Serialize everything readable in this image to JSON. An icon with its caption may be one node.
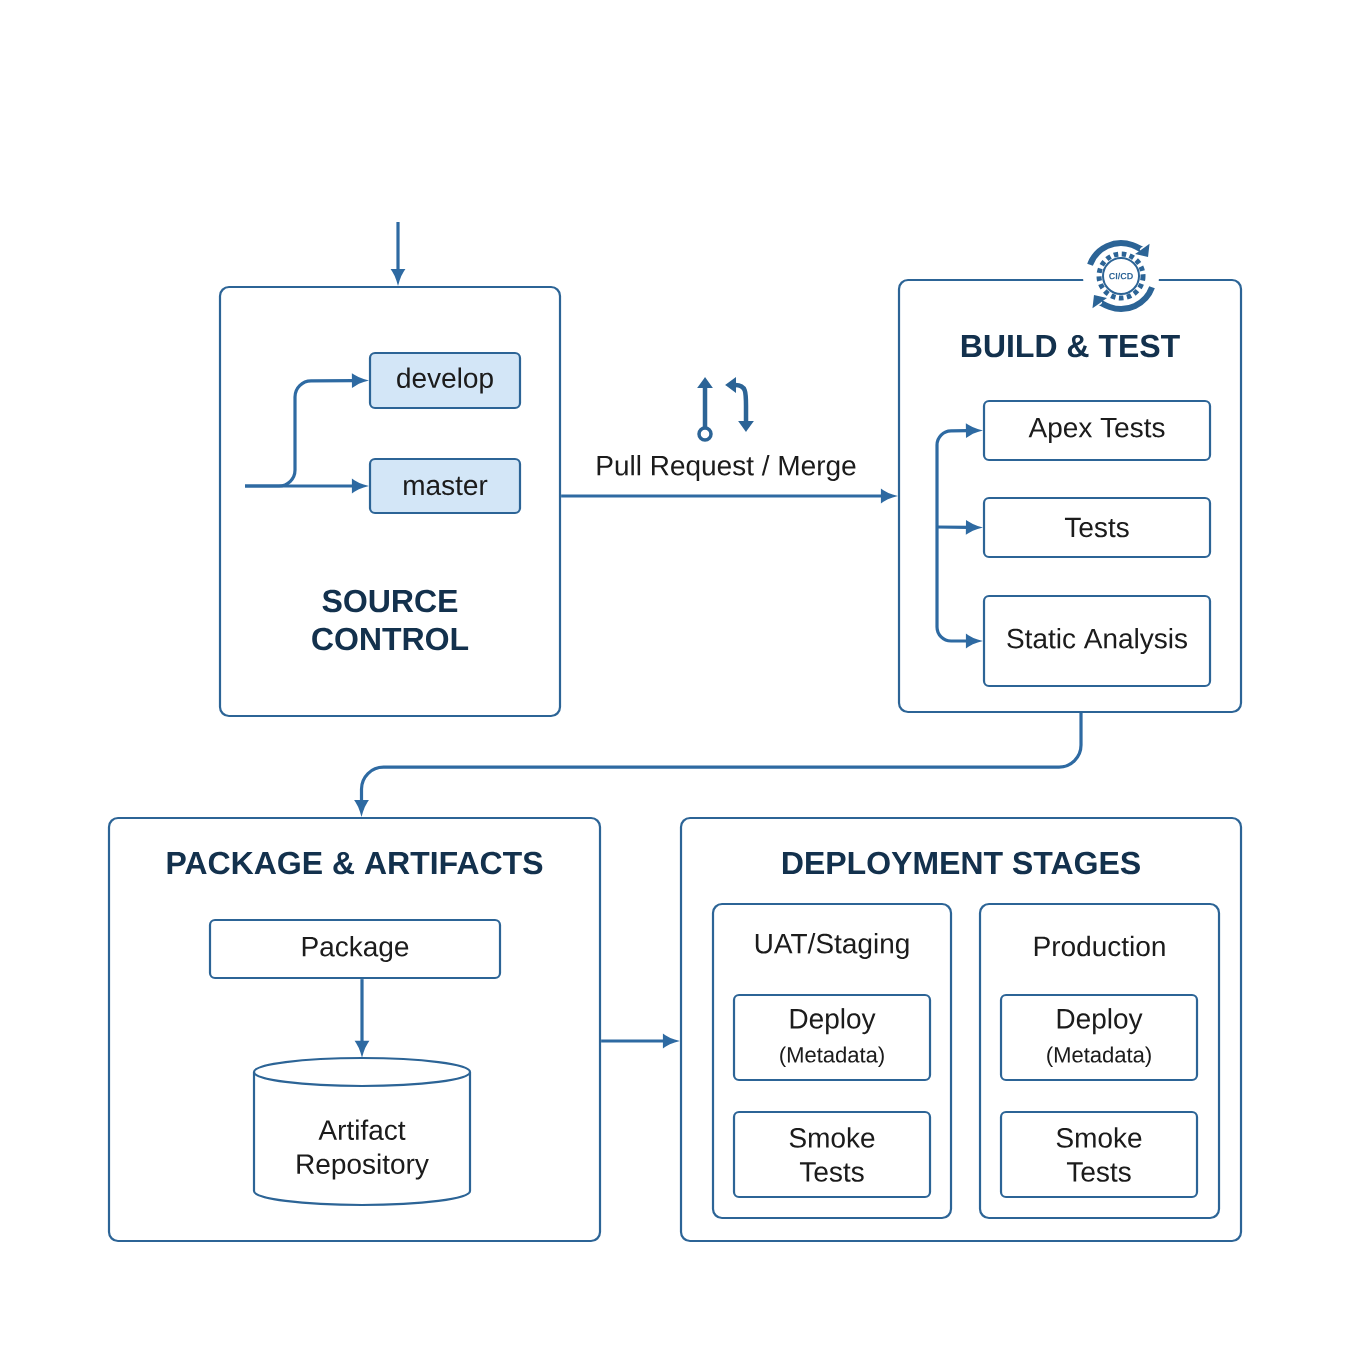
{
  "diagram": {
    "nodes": [
      {
        "text": [
          "SOURCE CONTROL"
        ]
      },
      {
        "text": [
          "develop"
        ],
        "in": 0
      },
      {
        "text": [
          "master"
        ],
        "in": 0
      },
      {
        "text": [
          "BUILD & TEST"
        ]
      },
      {
        "text": [
          "Apex Tests"
        ],
        "in": 3
      },
      {
        "text": [
          "Tests"
        ],
        "in": 3
      },
      {
        "text": [
          "Static Analysis"
        ],
        "in": 3
      },
      {
        "text": [
          "PACKAGE & ARTIFACTS"
        ]
      },
      {
        "text": [
          "Package"
        ],
        "in": 7
      },
      {
        "text": [
          "Artifact Repository"
        ],
        "in": 7
      },
      {
        "text": [
          "DEPLOYMENT STAGES"
        ]
      },
      {
        "text": [
          "UAT/Staging"
        ],
        "in": 10
      },
      {
        "text": [
          "Deploy",
          "(Metadata)"
        ],
        "in": 11
      },
      {
        "text": [
          "Smoke Tests"
        ],
        "in": 11
      },
      {
        "text": [
          "Production"
        ],
        "in": 10
      },
      {
        "text": [
          "Deploy",
          "(Metadata)"
        ],
        "in": 14
      },
      {
        "text": [
          "Smoke Tests"
        ],
        "in": 14
      }
    ],
    "edges": [
      {
        "from": null,
        "to": 0,
        "arrow": "to"
      },
      {
        "from": null,
        "to": 1,
        "arrow": "to"
      },
      {
        "from": null,
        "to": 2,
        "arrow": "to"
      },
      {
        "from": 0,
        "to": 3,
        "arrow": "to",
        "label": "Pull Request / Merge"
      },
      {
        "from": null,
        "to": 4,
        "arrow": "to"
      },
      {
        "from": null,
        "to": 5,
        "arrow": "to"
      },
      {
        "from": null,
        "to": 6,
        "arrow": "to"
      },
      {
        "from": 3,
        "to": 7,
        "arrow": "to"
      },
      {
        "from": 8,
        "to": 9,
        "arrow": "to"
      },
      {
        "from": 7,
        "to": 10,
        "arrow": "to"
      }
    ],
    "labels": [
      "CI/CD"
    ]
  }
}
